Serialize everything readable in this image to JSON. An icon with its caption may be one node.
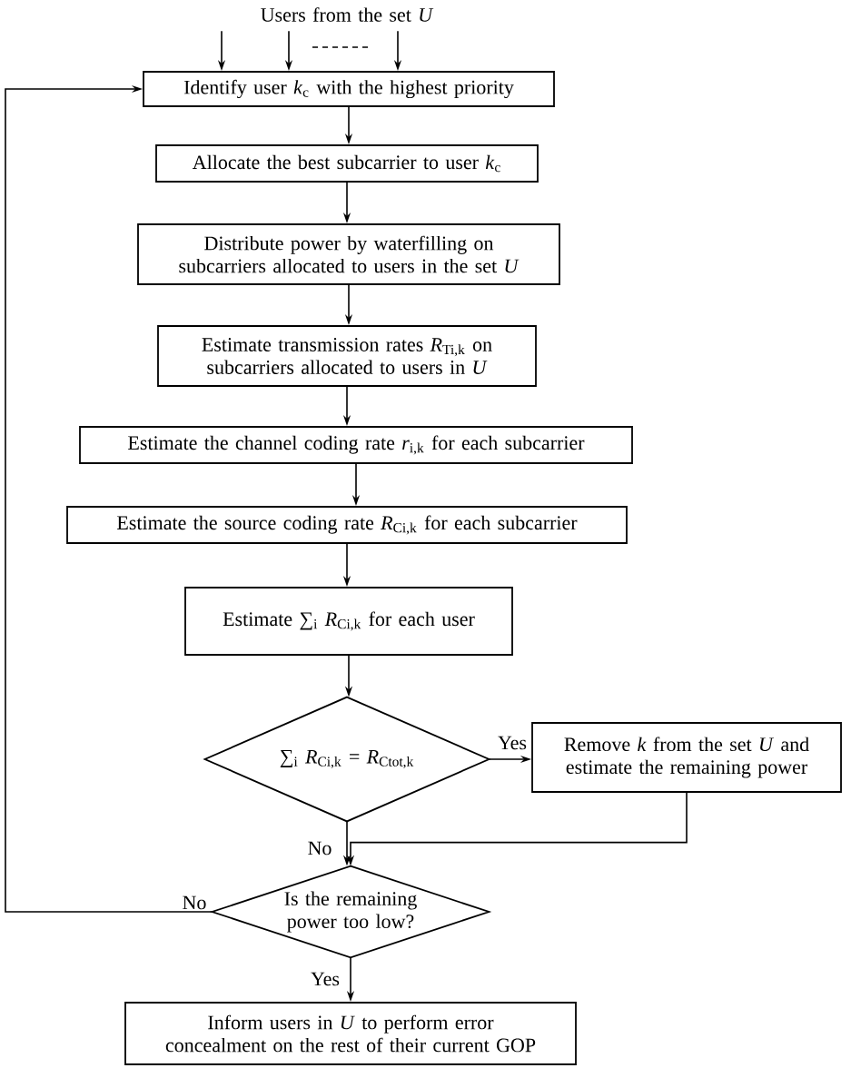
{
  "diagram": {
    "nodes": [
      {
        "text": [
          "Users from the set *U*"
        ]
      },
      {
        "text": [
          "Identify user *k*$_{c}$ with the highest priority"
        ]
      },
      {
        "text": [
          "Allocate the best subcarrier to user *k*$_{c}$"
        ]
      },
      {
        "text": [
          "Distribute power by waterfilling on subcarriers allocated to users in the set *U*"
        ]
      },
      {
        "text": [
          "Estimate transmission rates *R*$_{Ti,k}$ on subcarriers allocated to users in *U*"
        ]
      },
      {
        "text": [
          "Estimate the channel coding rate *r*$_{i,k}$ for each subcarrier"
        ]
      },
      {
        "text": [
          "Estimate the source coding rate *R*$_{Ci,k}$ for each subcarrier"
        ]
      },
      {
        "text": [
          "Estimate ∑$_{i}$ *R*$_{Ci,k}$ for each user"
        ]
      },
      {
        "text": [
          "∑$_{i}$ *R*$_{Ci,k}$ = *R*$_{Ctot,k}$"
        ]
      },
      {
        "text": [
          "Remove *k* from the set *U* and estimate the remaining power"
        ]
      },
      {
        "text": [
          "Is the remaining power too low?"
        ]
      },
      {
        "text": [
          "Inform users in *U* to perform error concealment on the rest of their current GOP"
        ]
      }
    ],
    "edges": [
      {
        "from": 0,
        "to": 1,
        "arrow": "to"
      },
      {
        "from": 0,
        "to": 1,
        "arrow": "to"
      },
      {
        "from": 0,
        "to": 1,
        "arrow": "to"
      },
      {
        "from": 1,
        "to": 2,
        "arrow": "to"
      },
      {
        "from": 2,
        "to": 3,
        "arrow": "to"
      },
      {
        "from": 3,
        "to": 4,
        "arrow": "to"
      },
      {
        "from": 4,
        "to": 5,
        "arrow": "to"
      },
      {
        "from": 5,
        "to": 6,
        "arrow": "to"
      },
      {
        "from": 6,
        "to": 7,
        "arrow": "to"
      },
      {
        "from": 7,
        "to": 8,
        "arrow": "to"
      },
      {
        "from": 8,
        "to": 9,
        "arrow": "to",
        "label": "Yes"
      },
      {
        "from": 8,
        "to": 10,
        "arrow": "to",
        "label": "No"
      },
      {
        "from": 9,
        "to": 10,
        "arrow": "to"
      },
      {
        "from": 10,
        "to": 1,
        "arrow": "to",
        "label": "No"
      },
      {
        "from": 10,
        "to": 11,
        "arrow": "to",
        "label": "Yes"
      }
    ]
  }
}
